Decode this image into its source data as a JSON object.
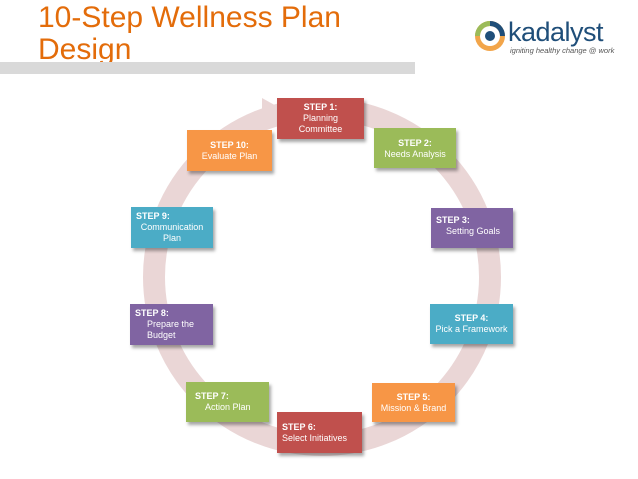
{
  "header": {
    "title": "10-Step Wellness Plan Design"
  },
  "logo": {
    "wordmark": "kadalyst",
    "tagline": "igniting healthy change @ work"
  },
  "colors": {
    "title": "#e36c0a",
    "ring": "#ead6d6"
  },
  "steps": [
    {
      "label": "STEP 1:",
      "text": "Planning\nCommittee",
      "color": "#c0504d"
    },
    {
      "label": "STEP 2:",
      "text": "Needs Analysis",
      "color": "#9bbb59"
    },
    {
      "label": "STEP 3:",
      "text": "Setting Goals",
      "color": "#8064a2"
    },
    {
      "label": "STEP 4:",
      "text": "Pick a Framework",
      "color": "#4bacc6"
    },
    {
      "label": "STEP 5:",
      "text": "Mission & Brand",
      "color": "#f79646"
    },
    {
      "label": "STEP 6:",
      "text": "Select Initiatives",
      "color": "#c0504d"
    },
    {
      "label": "STEP 7:",
      "text": "Action Plan",
      "color": "#9bbb59"
    },
    {
      "label": "STEP 8:",
      "text": "Prepare the\nBudget",
      "color": "#8064a2"
    },
    {
      "label": "STEP 9:",
      "text": "Communication\nPlan",
      "color": "#4bacc6"
    },
    {
      "label": "STEP 10:",
      "text": "Evaluate Plan",
      "color": "#f79646"
    }
  ]
}
